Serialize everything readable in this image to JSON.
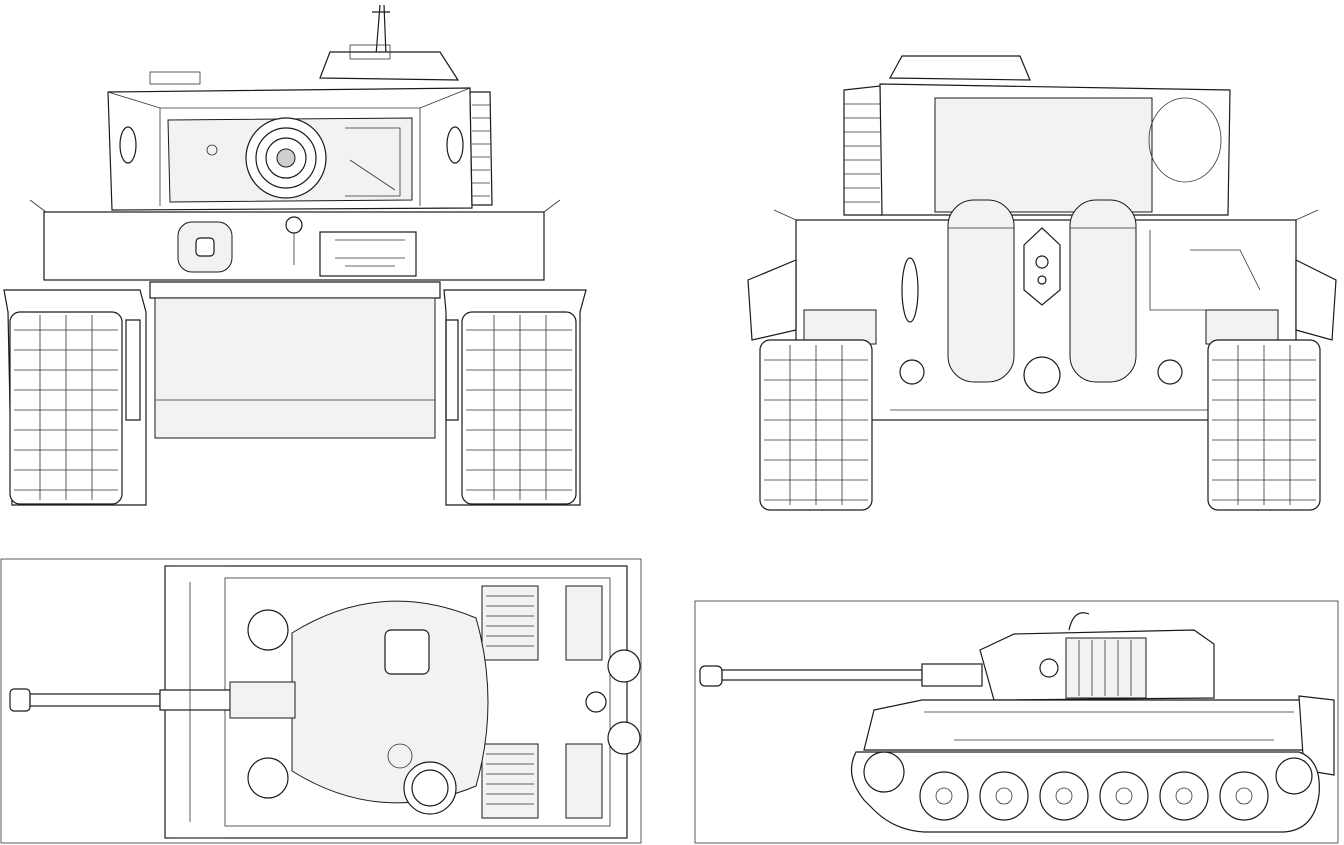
{
  "sheet": {
    "views": [
      {
        "id": "front",
        "label": ""
      },
      {
        "id": "rear",
        "label": ""
      },
      {
        "id": "top",
        "label": ""
      },
      {
        "id": "side",
        "label": ""
      }
    ],
    "colors": {
      "ink": "#1a1a1a",
      "paper": "#ffffff"
    }
  }
}
